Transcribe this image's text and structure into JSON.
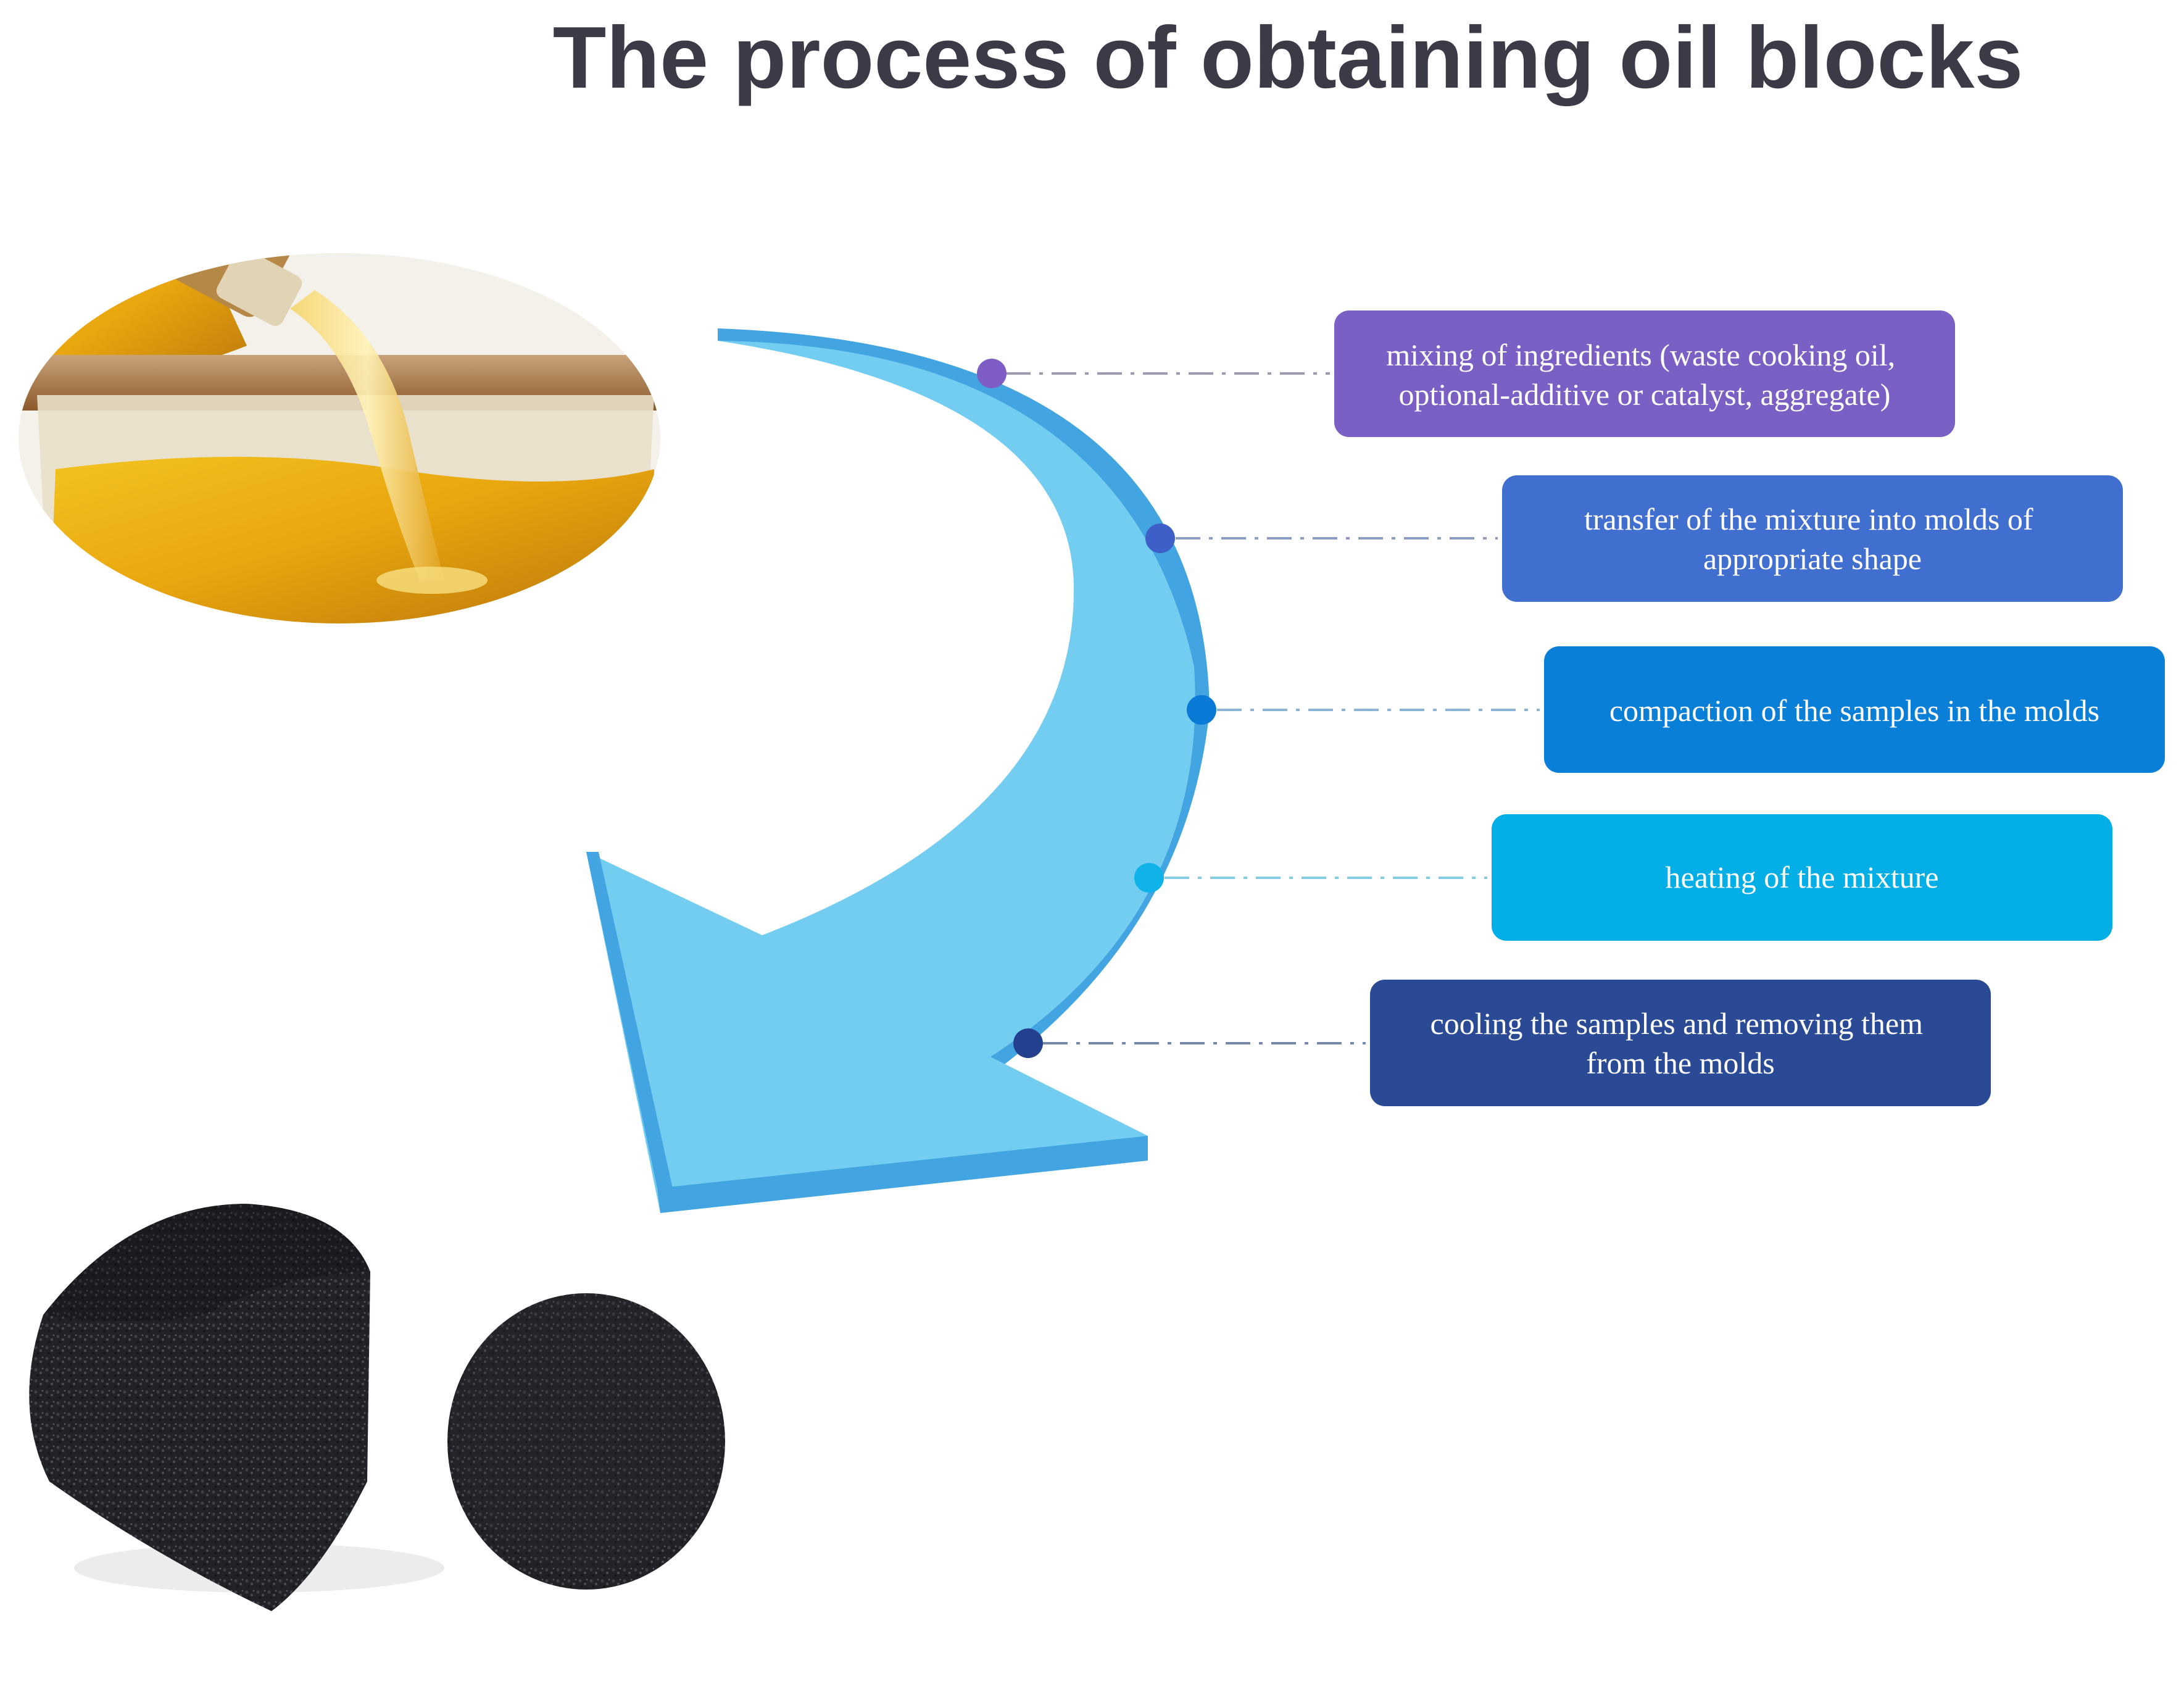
{
  "title": "The process of obtaining oil blocks",
  "images": {
    "top_left": "oil-pouring-photo",
    "bottom_left": "oil-block-samples-photo"
  },
  "arrow": {
    "fill": "#73cdf0",
    "edge": "#43a4e2"
  },
  "steps": [
    {
      "id": "mixing",
      "lines": [
        "mixing of ingredients (waste cooking oil,",
        "optional-additive or catalyst, aggregate)"
      ],
      "box_color": "#7a5fc4",
      "dot_color": "#7e5ec6",
      "line_color": "#9a9ab0"
    },
    {
      "id": "transfer",
      "lines": [
        "transfer of the mixture into molds of",
        "appropriate shape"
      ],
      "box_color": "#416fcf",
      "dot_color": "#3e5fc8",
      "line_color": "#8c9ec4"
    },
    {
      "id": "compaction",
      "lines": [
        "compaction of the samples in the molds"
      ],
      "box_color": "#0a7fd8",
      "dot_color": "#0b7ad6",
      "line_color": "#8cb4d4"
    },
    {
      "id": "heating",
      "lines": [
        "heating of the mixture"
      ],
      "box_color": "#02aee6",
      "dot_color": "#0fb3ea",
      "line_color": "#86cde4"
    },
    {
      "id": "cooling",
      "lines": [
        "cooling the samples and removing them",
        "from the molds"
      ],
      "box_color": "#2a4a95",
      "dot_color": "#24418f",
      "line_color": "#7888a8"
    }
  ]
}
